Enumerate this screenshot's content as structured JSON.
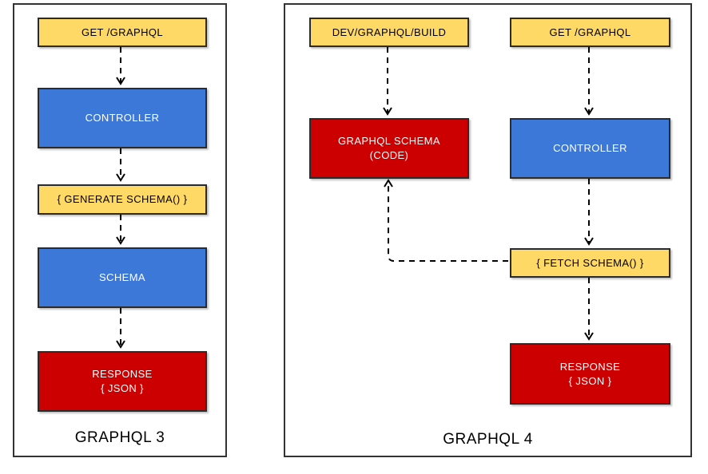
{
  "colors": {
    "node_yellow": "#FFD966",
    "node_blue": "#3C78D8",
    "node_red": "#CC0000",
    "node_border": "#2B2B2B",
    "panel_border": "#333333",
    "connector": "#000000",
    "text_on_yellow": "#000000",
    "text_on_blue_red": "#FFFFFF"
  },
  "panels": [
    {
      "title": "GRAPHQL 3",
      "nodes": {
        "get": "GET /GRAPHQL",
        "controller": "CONTROLLER",
        "generate_schema": "{ GENERATE SCHEMA() }",
        "schema": "SCHEMA",
        "response": "RESPONSE\n{ JSON }"
      },
      "connectors": [
        {
          "from": "get",
          "to": "controller",
          "style": "dashed-arrow"
        },
        {
          "from": "controller",
          "to": "generate_schema",
          "style": "dashed-arrow"
        },
        {
          "from": "generate_schema",
          "to": "schema",
          "style": "dashed-arrow"
        },
        {
          "from": "schema",
          "to": "response",
          "style": "dashed-arrow"
        }
      ]
    },
    {
      "title": "GRAPHQL 4",
      "nodes": {
        "dev_build": "DEV/GRAPHQL/BUILD",
        "graphql_schema_code": "GRAPHQL SCHEMA\n(CODE)",
        "get": "GET /GRAPHQL",
        "controller": "CONTROLLER",
        "fetch_schema": "{ FETCH SCHEMA() }",
        "response": "RESPONSE\n{ JSON }"
      },
      "connectors": [
        {
          "from": "dev_build",
          "to": "graphql_schema_code",
          "style": "dashed-arrow"
        },
        {
          "from": "get",
          "to": "controller",
          "style": "dashed-arrow"
        },
        {
          "from": "controller",
          "to": "fetch_schema",
          "style": "dashed-arrow"
        },
        {
          "from": "fetch_schema",
          "to": "response",
          "style": "dashed-arrow"
        },
        {
          "from": "fetch_schema",
          "to": "graphql_schema_code",
          "style": "dashed-arrow-elbow"
        }
      ]
    }
  ]
}
